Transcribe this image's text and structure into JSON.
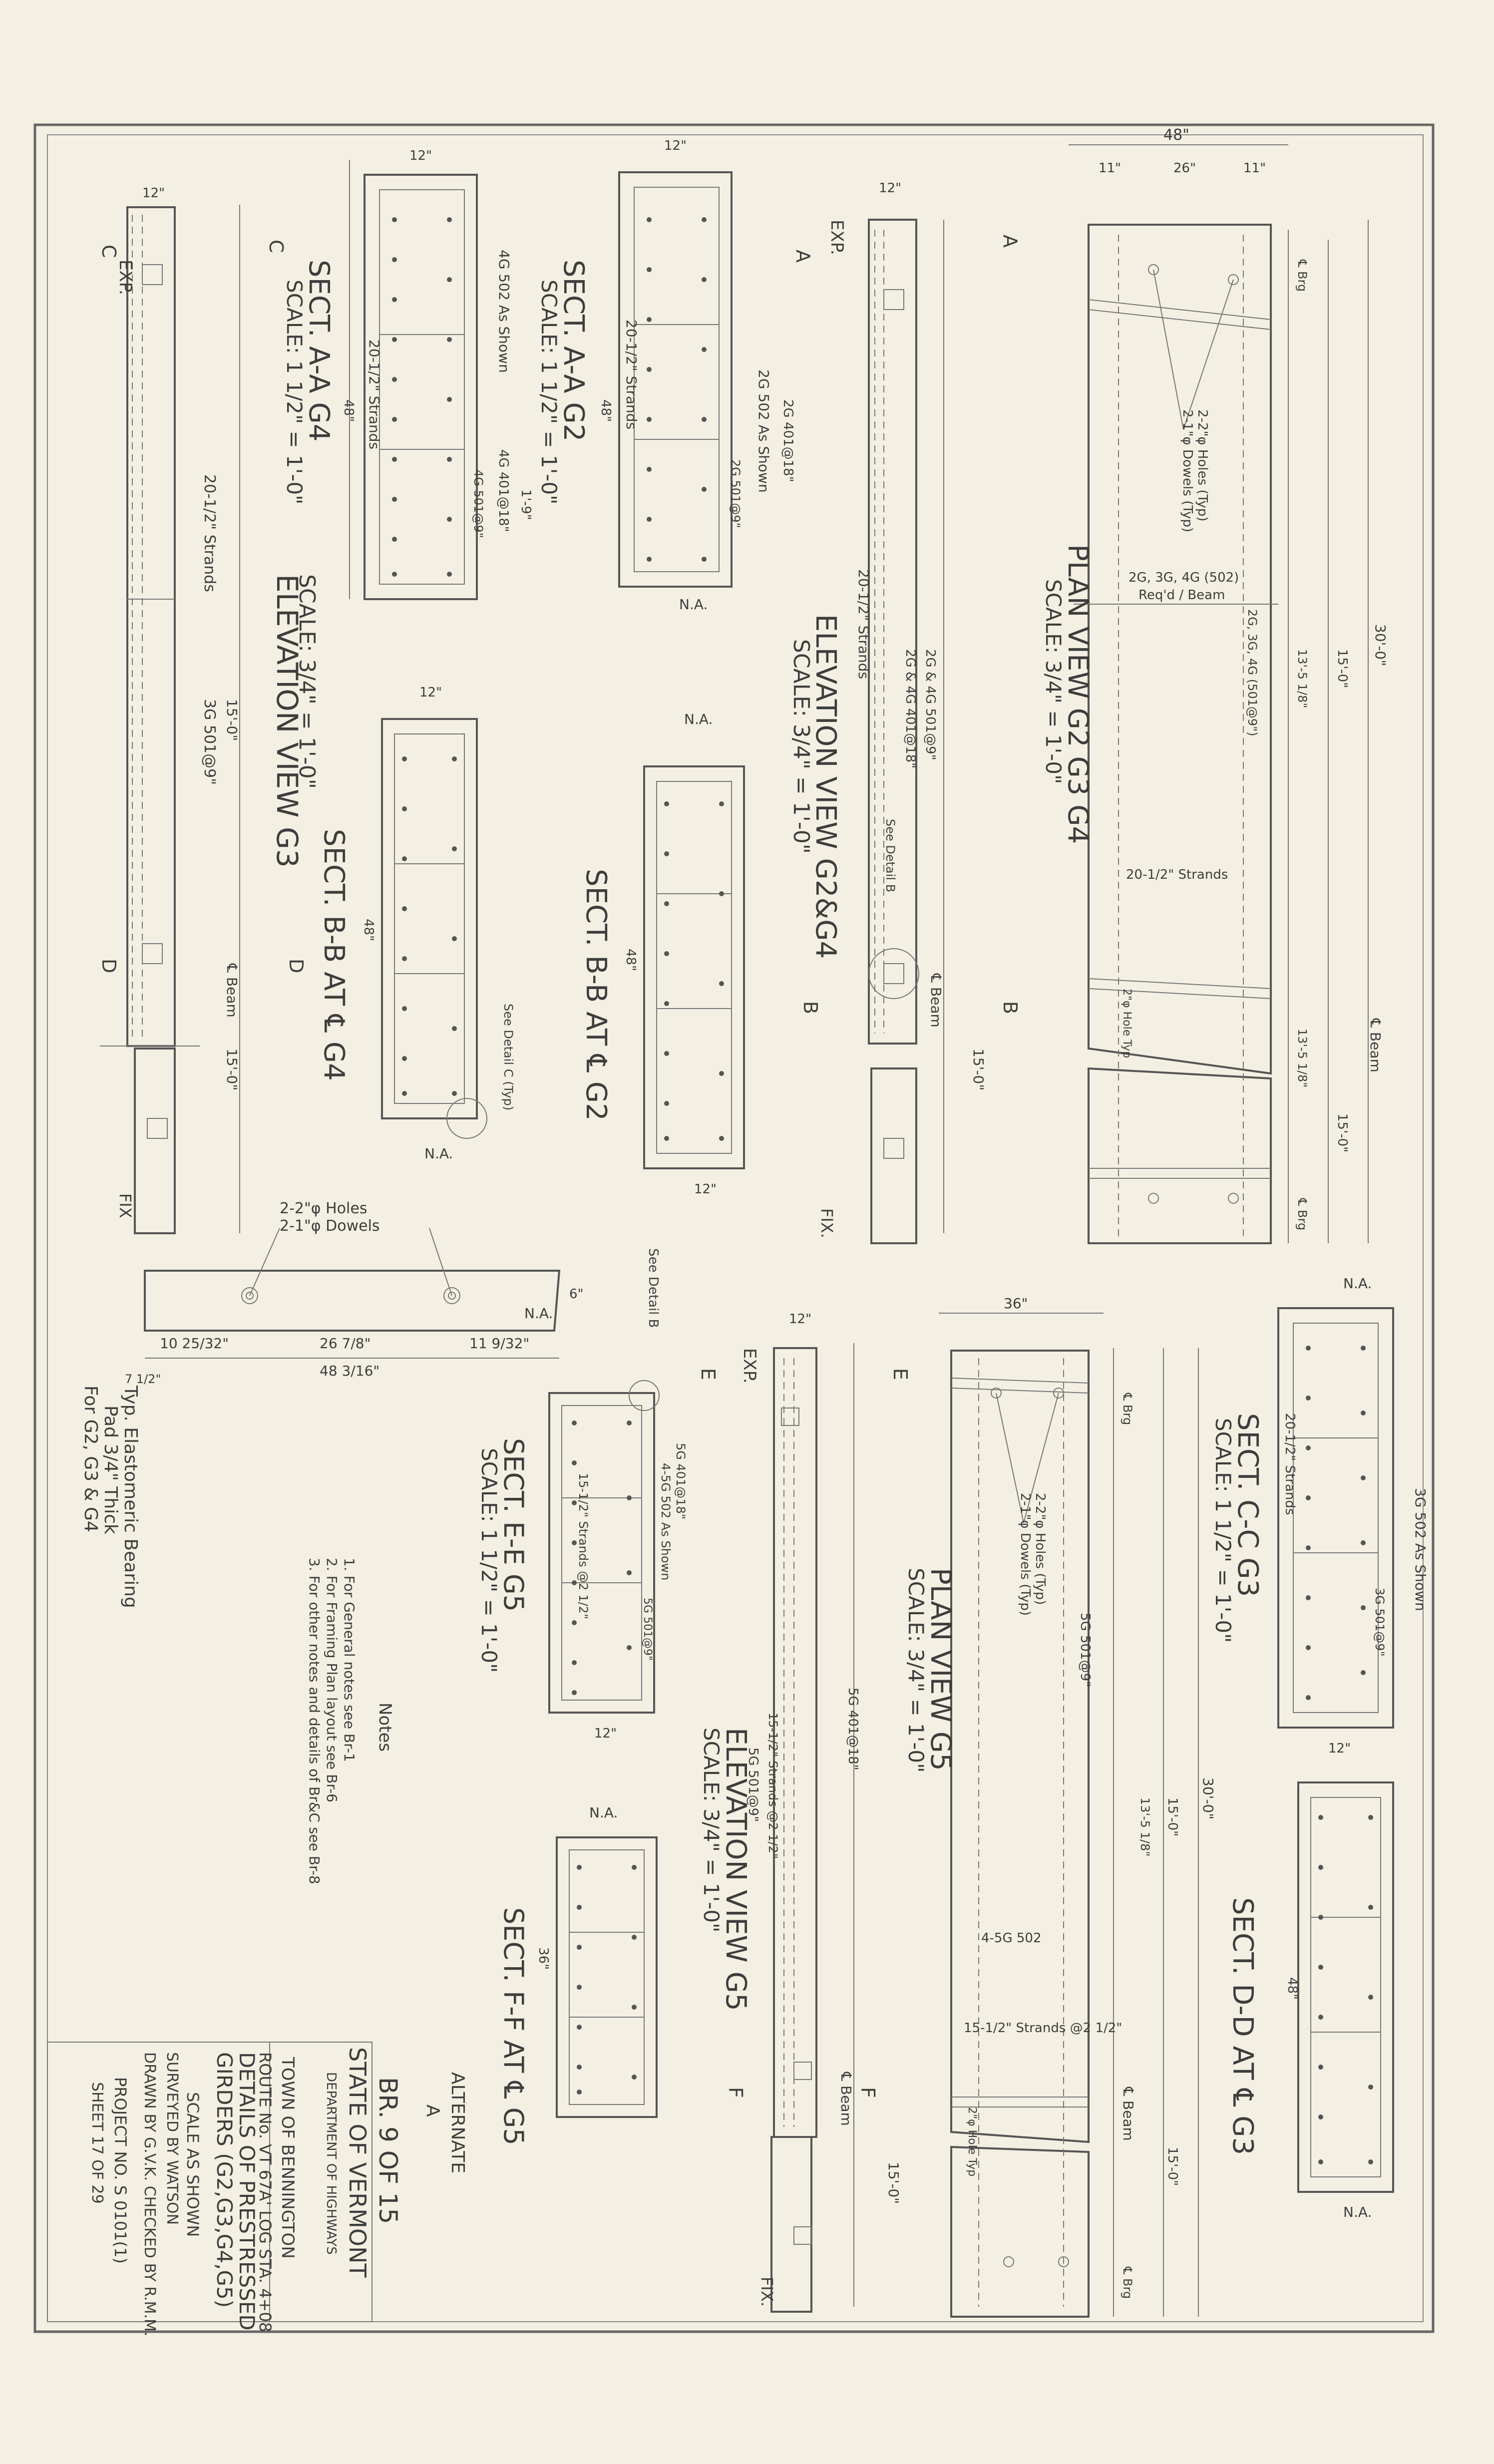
{
  "title_block": {
    "bridge_no": "BR. 9 OF 15",
    "state": "STATE OF VERMONT",
    "department": "DEPARTMENT OF HIGHWAYS",
    "town": "TOWN OF BENNINGTON",
    "route": "ROUTE No. VT 67A' LOG STA. 4+08",
    "title1": "DETAILS OF PRESTRESSED",
    "title2": "GIRDERS (G2,G3,G4,G5)",
    "scale": "SCALE AS SHOWN",
    "surveyed": "SURVEYED BY WATSON",
    "drawn": "DRAWN BY G.V.K. CHECKED BY R.M.M.",
    "project": "PROJECT NO. S 0101(1)",
    "sheet": "SHEET 17 OF 29",
    "alternate": "ALTERNATE",
    "alternate_letter": "A"
  },
  "notes": {
    "heading": "Notes",
    "items": [
      "1. For General notes see Br-1",
      "2. For Framing Plan layout see Br-6",
      "3. For other notes and details of Br&C see Br-8"
    ]
  },
  "views": {
    "elev_g3": {
      "title": "ELEVATION VIEW G3",
      "scale": "SCALE: 3/4\" = 1'-0\"",
      "exp": "EXP.",
      "fix": "FIX",
      "strands": "20-1/2\" Strands",
      "bars": "3G 501@9\"",
      "dim1": "15'-0\"",
      "dim2": "15'-0\"",
      "beam": "℄ Beam",
      "cut_c": "C",
      "cut_d": "D",
      "width": "12\""
    },
    "sect_aa_g4": {
      "title": "SECT. A-A G4",
      "scale": "SCALE: 1 1/2\" = 1'-0\"",
      "strands": "20-1/2\" Strands",
      "bars1": "4G 502 As Shown",
      "bars2": "4G 401@18\"",
      "bars3": "4G 501@9\"",
      "w": "12\"",
      "h": "48\"",
      "d": "1'-9\""
    },
    "sect_aa_g2": {
      "title": "SECT. A-A G2",
      "scale": "SCALE: 1 1/2\" = 1'-0\"",
      "strands": "20-1/2\" Strands",
      "bars1": "2G 502 As Shown",
      "bars2": "2G 401@18\"",
      "bars3": "2G 501@9\"",
      "w": "12\"",
      "h": "48\"",
      "na": "N.A."
    },
    "elev_g2g4": {
      "title": "ELEVATION VIEW G2&G4",
      "scale": "SCALE: 3/4\" = 1'-0\"",
      "exp": "EXP.",
      "fix": "FIX.",
      "strands": "20-1/2\" Strands",
      "bars1": "2G & 4G 501@9\"",
      "bars2": "2G & 4G 401@18\"",
      "detail": "See Detail B",
      "beam": "℄ Beam",
      "dim": "15'-0\"",
      "cut_a": "A",
      "cut_b": "B",
      "width": "12\""
    },
    "plan_g2g3g4": {
      "title": "PLAN VIEW G2 G3 G4",
      "scale": "SCALE: 3/4\" = 1'-0\"",
      "width": "48\"",
      "w1": "11\"",
      "w2": "26\"",
      "w3": "11\"",
      "holes": "2-2\"φ Holes (Typ)",
      "dowels": "2-1\"φ Dowels (Typ)",
      "bars1": "2G, 3G, 4G (502)",
      "bars2": "Req'd / Beam",
      "bars3": "2G, 3G, 4G (501@9\")",
      "strands": "20-1/2\" Strands",
      "hole_typ": "2\"φ Hole Typ",
      "beam": "℄ Beam",
      "total": "30'-0\"",
      "half1": "15'-0\"",
      "half2": "15'-0\"",
      "seg1": "13'-5 1/8\"",
      "seg2": "13'-5 1/8\"",
      "brg1": "℄ Brg",
      "brg2": "℄ Brg"
    },
    "sect_bb_g4": {
      "title": "SECT. B-B AT ℄ G4",
      "w": "12\"",
      "h": "48\"",
      "detail": "See Detail C (Typ)",
      "na": "N.A."
    },
    "sect_bb_g2": {
      "title": "SECT. B-B AT ℄ G2",
      "w": "12\"",
      "h": "48\"",
      "na": "N.A."
    },
    "pad": {
      "title1": "Typ. Elastomeric Bearing",
      "title2": "Pad 3/4\" Thick",
      "title3": "For G2, G3 & G4",
      "holes": "2-2\"φ Holes",
      "dowels": "2-1\"φ Dowels",
      "d1": "10 25/32\"",
      "d2": "26 7/8\"",
      "d3": "11 9/32\"",
      "total": "48 3/16\"",
      "t": "6\"",
      "p": "7 1/2\""
    },
    "sect_ee_g5": {
      "title": "SECT. E-E G5",
      "scale": "SCALE: 1 1/2\" = 1'-0\"",
      "strands": "15-1/2\" Strands @2 1/2\"",
      "bars1": "5G 401@18\"",
      "bars2": "4-5G 502 As Shown",
      "bars3": "5G 501@9\"",
      "detail": "See Detail B",
      "na": "N.A.",
      "w": "12\""
    },
    "elev_g5": {
      "title": "ELEVATION VIEW G5",
      "scale": "SCALE: 3/4\" = 1'-0\"",
      "exp": "EXP.",
      "fix": "FIX.",
      "strands": "15-1/2\" Strands @2 1/2\"",
      "bars1": "5G 501@9\"",
      "bars2": "5G 401@18\"",
      "beam": "℄ Beam",
      "dim": "15'-0\"",
      "cut_e": "E",
      "cut_f": "F",
      "width": "12\""
    },
    "plan_g5": {
      "title": "PLAN VIEW G5",
      "scale": "SCALE: 3/4\" = 1'-0\"",
      "width": "36\"",
      "holes": "2-2\"φ Holes (Typ)",
      "dowels": "2-1\"φ Dowels (Typ)",
      "bars1": "5G 501@9\"",
      "bars2": "4-5G 502",
      "strands": "15-1/2\" Strands @2 1/2\"",
      "hole_typ": "2\"φ Hole Typ",
      "beam": "℄ Beam",
      "total": "30'-0\"",
      "half1": "15'-0\"",
      "half2": "15'-0\"",
      "seg": "13'-5 1/8\"",
      "brg1": "℄ Brg",
      "brg2": "℄ Brg"
    },
    "sect_ff_g5": {
      "title": "SECT. F-F AT ℄ G5",
      "w": "36\"",
      "na": "N.A."
    },
    "sect_cc_g3": {
      "title": "SECT. C-C G3",
      "scale": "SCALE: 1 1/2\" = 1'-0\"",
      "strands": "20-1/2\" Strands",
      "bars1": "3G 502 As Shown",
      "bars2": "3G 501@9\"",
      "na": "N.A.",
      "w": "12\""
    },
    "sect_dd_g3": {
      "title": "SECT. D-D AT ℄ G3",
      "w": "48\"",
      "na": "N.A."
    }
  }
}
